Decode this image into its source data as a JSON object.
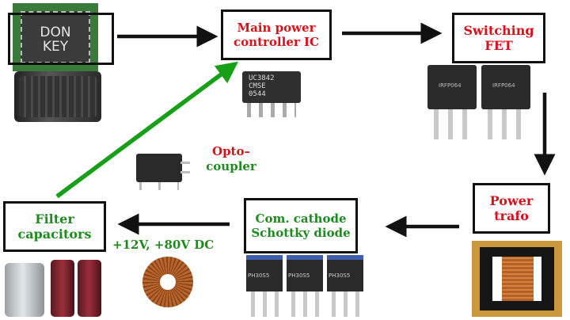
{
  "nodes": {
    "donkey_chip": {
      "line1": "DON",
      "line2": "KEY"
    },
    "main_ic": {
      "line1": "Main power",
      "line2": "controller IC",
      "chip_text_1": "UC3842",
      "chip_text_2": "CMSE",
      "chip_text_3": "0544"
    },
    "switching_fet": {
      "line1": "Switching",
      "line2": "FET",
      "chip_text": "IRFP064"
    },
    "power_trafo": {
      "line1": "Power",
      "line2": "trafo"
    },
    "schottky": {
      "line1": "Com. cathode",
      "line2": "Schottky diode",
      "chip_text": "PH30S5"
    },
    "filter_caps": {
      "line1": "Filter",
      "line2": "capacitors"
    }
  },
  "labels": {
    "opto_line1": "Opto–",
    "opto_line2": "coupler",
    "output": "+12V, +80V DC"
  },
  "colors": {
    "red_text": "#d8121a",
    "green_text": "#1e8b1e",
    "feedback_arrow": "#17a017",
    "arrow": "#111111"
  }
}
